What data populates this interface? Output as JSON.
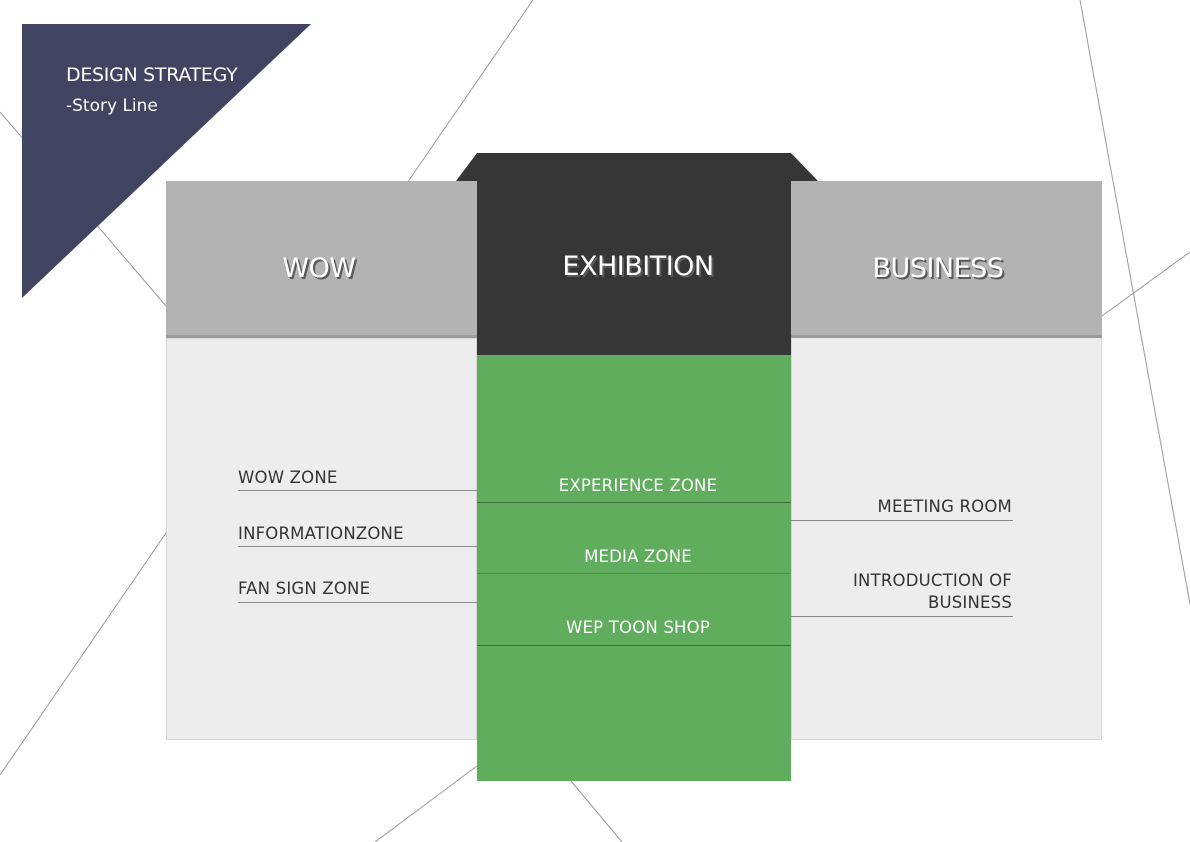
{
  "header": {
    "title": "DESIGN STRATEGY",
    "subtitle": "-Story Line"
  },
  "columns": {
    "left": {
      "title": "WOW",
      "items": [
        "WOW ZONE",
        "INFORMATIONZONE",
        "FAN SIGN ZONE"
      ]
    },
    "center": {
      "title": "EXHIBITION",
      "items": [
        "EXPERIENCE ZONE",
        "MEDIA ZONE",
        "WEP TOON SHOP"
      ]
    },
    "right": {
      "title": "BUSINESS",
      "items": [
        "MEETING ROOM",
        "INTRODUCTION OF",
        "BUSINESS"
      ]
    }
  },
  "colors": {
    "corner_triangle": "#404461",
    "side_header": "#b3b3b3",
    "side_body": "#ededed",
    "center_header": "#363636",
    "center_body": "#60ad5d"
  }
}
